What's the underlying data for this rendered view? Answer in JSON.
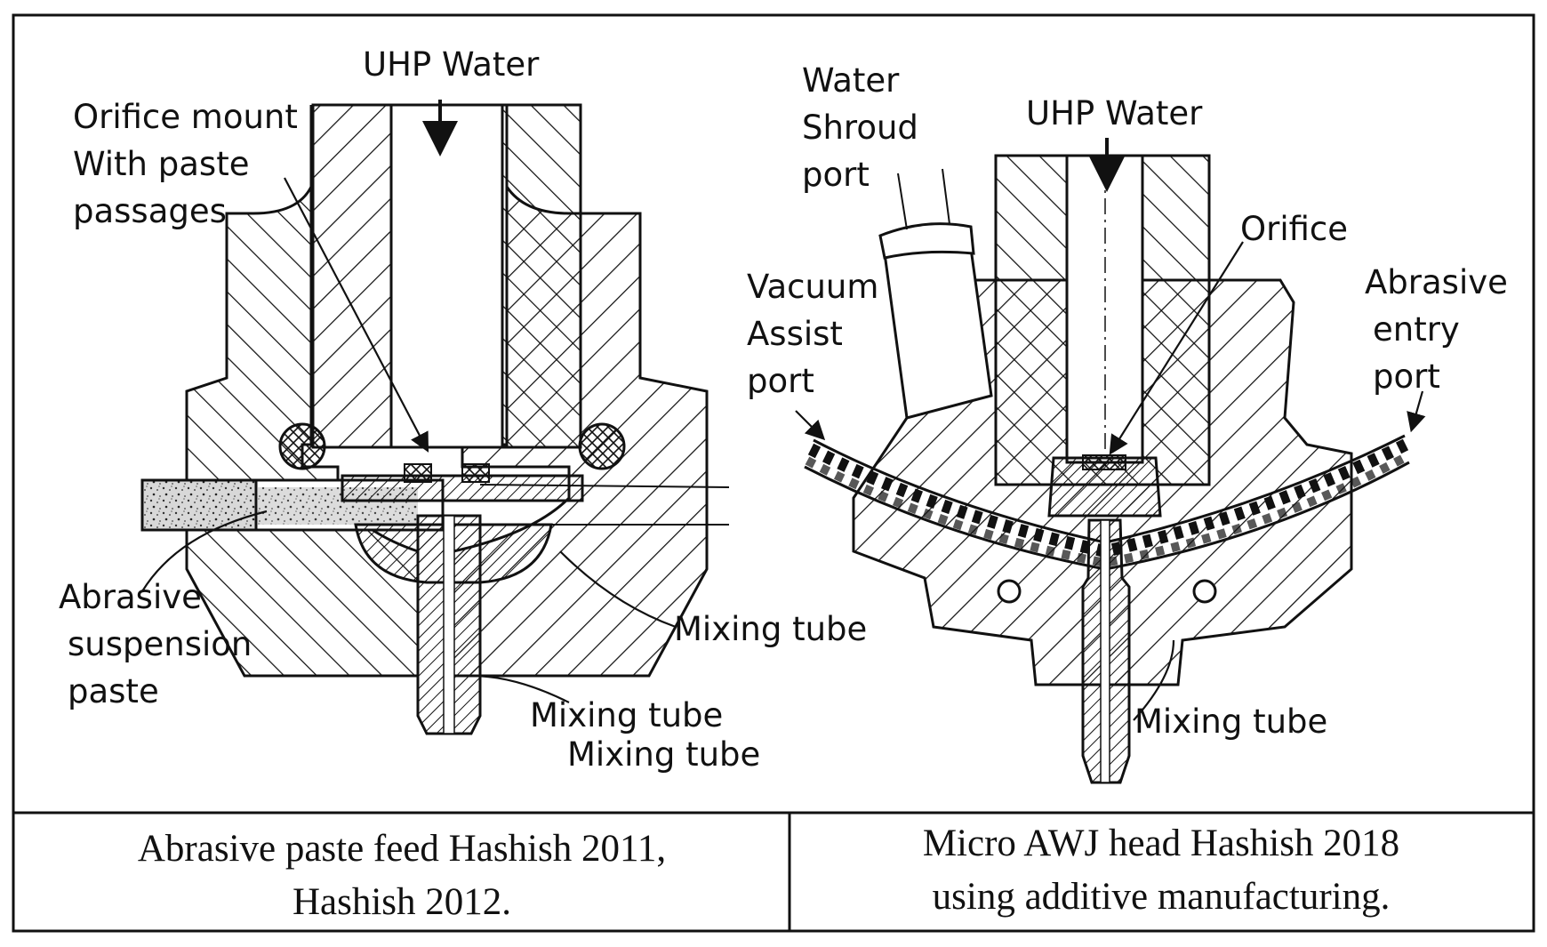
{
  "left_panel": {
    "labels": {
      "uhp_water": "UHP Water",
      "orifice_mount_l1": "Orifice mount",
      "orifice_mount_l2": "With paste",
      "orifice_mount_l3": "passages",
      "abrasive_l1": "Abrasive",
      "abrasive_l2": "suspension",
      "abrasive_l3": "paste",
      "mixing_tube_1": "Mixing tube",
      "mixing_tube_2": "Mixing tube",
      "mixing_tube_3": "Mixing tube"
    },
    "caption_line1": "Abrasive paste feed Hashish 2011,",
    "caption_line2": "Hashish 2012."
  },
  "right_panel": {
    "labels": {
      "water_shroud_l1": "Water",
      "water_shroud_l2": "Shroud",
      "water_shroud_l3": "port",
      "uhp_water": "UHP Water",
      "orifice": "Orifice",
      "vacuum_l1": "Vacuum",
      "vacuum_l2": "Assist",
      "vacuum_l3": "port",
      "abrasive_entry_l1": "Abrasive",
      "abrasive_entry_l2": "entry",
      "abrasive_entry_l3": "port",
      "mixing_tube": "Mixing tube"
    },
    "caption_line1": "Micro AWJ head Hashish 2018",
    "caption_line2": "using additive manufacturing."
  }
}
